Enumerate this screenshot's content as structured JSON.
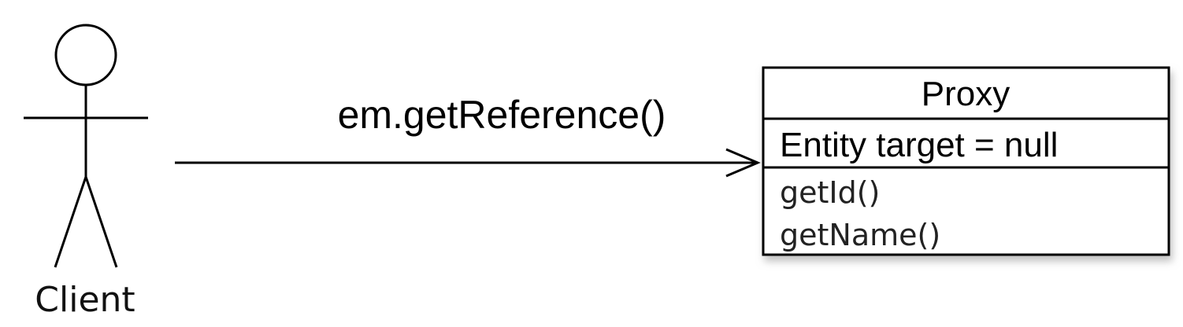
{
  "actor": {
    "label": "Client"
  },
  "message": {
    "label": "em.getReference()"
  },
  "proxy_class": {
    "name": "Proxy",
    "attributes": [
      "Entity target = null"
    ],
    "methods": [
      "getId()",
      "getName()"
    ]
  },
  "colors": {
    "stroke": "#000000",
    "background": "#ffffff",
    "shadow": "#bfbfbf"
  }
}
